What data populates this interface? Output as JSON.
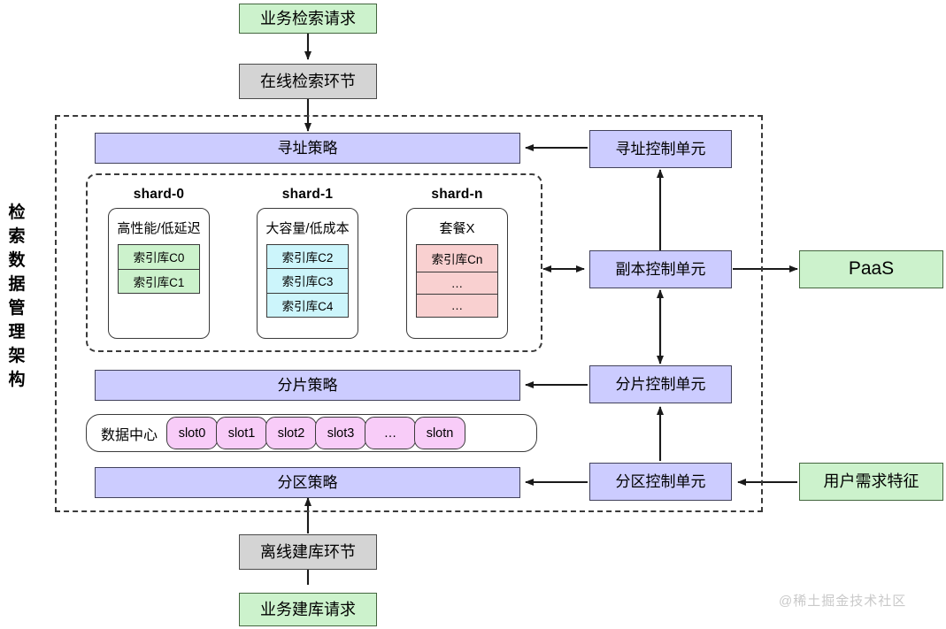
{
  "diagram": {
    "side_title": "检索数据管理架构",
    "watermark": "@稀土掘金技术社区",
    "top": {
      "request": "业务检索请求",
      "stage": "在线检索环节"
    },
    "bottom": {
      "stage": "离线建库环节",
      "request": "业务建库请求"
    },
    "policies": {
      "addressing": "寻址策略",
      "sharding": "分片策略",
      "partition": "分区策略"
    },
    "controls": {
      "addressing": "寻址控制单元",
      "replica": "副本控制单元",
      "sharding": "分片控制单元",
      "partition": "分区控制单元"
    },
    "external": {
      "paas": "PaaS",
      "user_demand": "用户需求特征"
    },
    "datacenter": {
      "label": "数据中心",
      "slots": [
        "slot0",
        "slot1",
        "slot2",
        "slot3",
        "…",
        "slotn"
      ]
    },
    "shards": [
      {
        "name": "shard-0",
        "trait": "高性能/低延迟",
        "color": "#ccf2cc",
        "indexes": [
          "索引库C0",
          "索引库C1"
        ]
      },
      {
        "name": "shard-1",
        "trait": "大容量/低成本",
        "color": "#ccf5fb",
        "indexes": [
          "索引库C2",
          "索引库C3",
          "索引库C4"
        ]
      },
      {
        "name": "shard-n",
        "trait": "套餐X",
        "color": "#f9d0d0",
        "indexes": [
          "索引库Cn",
          "…",
          "…"
        ]
      }
    ],
    "colors": {
      "green": "#ccf2cc",
      "grey": "#d4d4d4",
      "lavender": "#ccccff",
      "slot_pink": "#f8ccf8",
      "index_green": "#ccf2cc",
      "index_cyan": "#ccf5fb",
      "index_pink": "#f9d0d0",
      "stroke": "#333333"
    }
  }
}
